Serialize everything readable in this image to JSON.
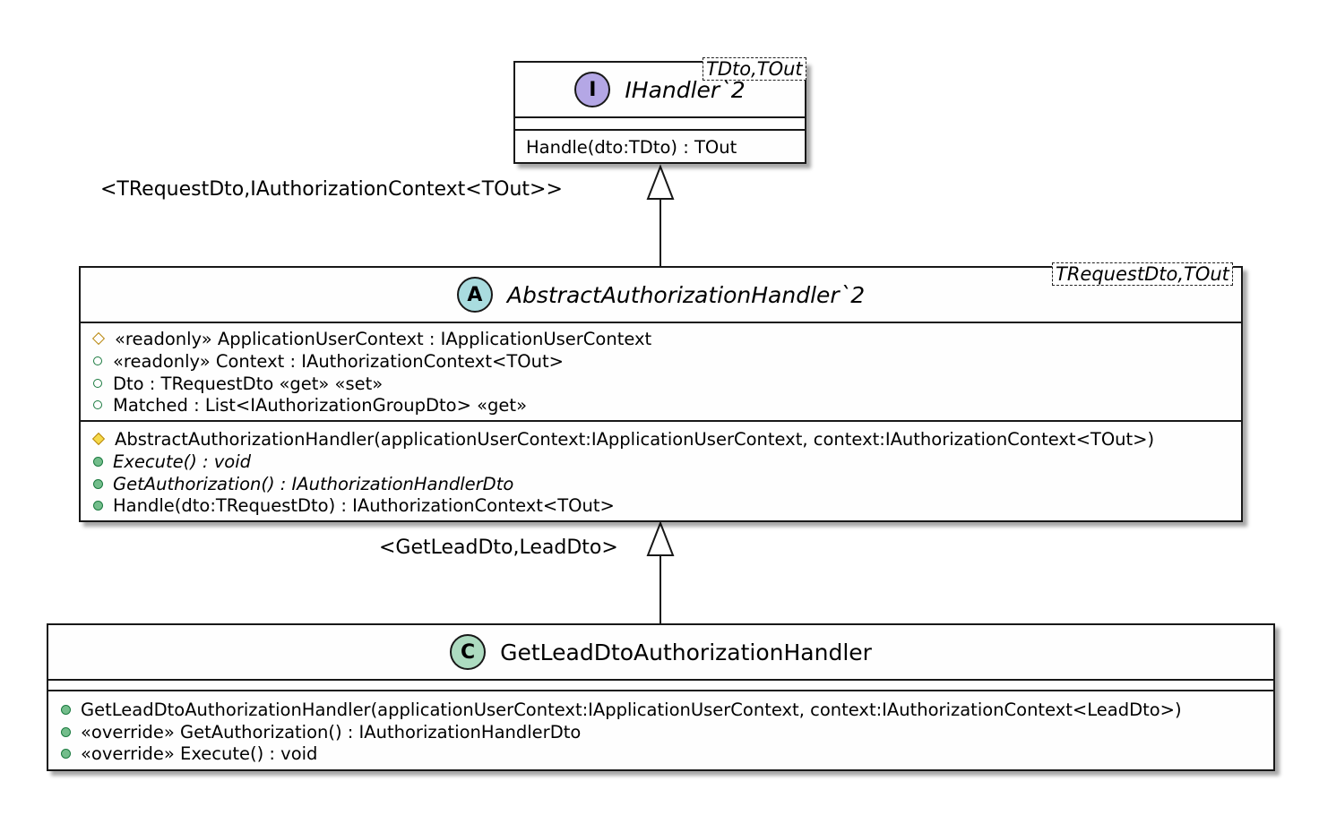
{
  "interface_box": {
    "stereotype_letter": "I",
    "stereotype_color": "#b4a7e5",
    "name": "IHandler`2",
    "type_params": "TDto,TOut",
    "methods": [
      "Handle(dto:TDto) : TOut"
    ]
  },
  "relation_top_label": "<TRequestDto,IAuthorizationContext<TOut>>",
  "abstract_box": {
    "stereotype_letter": "A",
    "stereotype_color": "#a9dcdf",
    "name": "AbstractAuthorizationHandler`2",
    "type_params": "TRequestDto,TOut",
    "fields": [
      {
        "visibility": "protected",
        "text": "«readonly» ApplicationUserContext : IApplicationUserContext"
      },
      {
        "visibility": "public",
        "text": "«readonly» Context : IAuthorizationContext<TOut>"
      },
      {
        "visibility": "public",
        "text": "Dto : TRequestDto «get» «set»"
      },
      {
        "visibility": "public",
        "text": "Matched : List<IAuthorizationGroupDto> «get»"
      }
    ],
    "methods": [
      {
        "visibility": "protected",
        "text": "AbstractAuthorizationHandler(applicationUserContext:IApplicationUserContext, context:IAuthorizationContext<TOut>)",
        "abstract": false
      },
      {
        "visibility": "public",
        "text": "Execute() : void",
        "abstract": true
      },
      {
        "visibility": "public",
        "text": "GetAuthorization() : IAuthorizationHandlerDto",
        "abstract": true
      },
      {
        "visibility": "public",
        "text": "Handle(dto:TRequestDto) : IAuthorizationContext<TOut>",
        "abstract": false
      }
    ]
  },
  "relation_bottom_label": "<GetLeadDto,LeadDto>",
  "class_box": {
    "stereotype_letter": "C",
    "stereotype_color": "#addbc0",
    "name": "GetLeadDtoAuthorizationHandler",
    "methods": [
      "GetLeadDtoAuthorizationHandler(applicationUserContext:IApplicationUserContext, context:IAuthorizationContext<LeadDto>)",
      "«override» GetAuthorization() : IAuthorizationHandlerDto",
      "«override» Execute() : void"
    ]
  }
}
